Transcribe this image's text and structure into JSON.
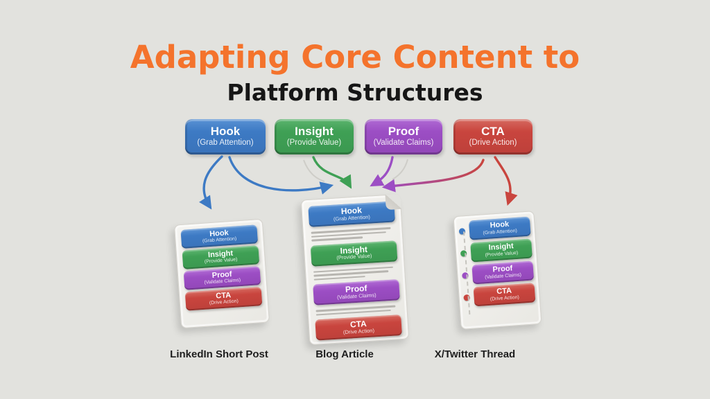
{
  "title": {
    "line1": "Adapting Core Content to",
    "line2": "Platform Structures"
  },
  "core_blocks": [
    {
      "label": "Hook",
      "sublabel": "(Grab Attention)",
      "color": "#3D7AC4"
    },
    {
      "label": "Insight",
      "sublabel": "(Provide Value)",
      "color": "#3FA055"
    },
    {
      "label": "Proof",
      "sublabel": "(Validate Claims)",
      "color": "#9C4EC4"
    },
    {
      "label": "CTA",
      "sublabel": "(Drive Action)",
      "color": "#C9453E"
    }
  ],
  "platforms": [
    {
      "label": "LinkedIn Short Post",
      "style": "stacked-card",
      "blocks": [
        "Hook",
        "Insight",
        "Proof",
        "CTA"
      ]
    },
    {
      "label": "Blog Article",
      "style": "document-with-text-lines",
      "blocks": [
        "Hook",
        "Insight",
        "Proof",
        "CTA"
      ]
    },
    {
      "label": "X/Twitter Thread",
      "style": "thread-with-dots",
      "blocks": [
        "Hook",
        "Insight",
        "Proof",
        "CTA"
      ]
    }
  ],
  "arrows": [
    {
      "from": "Hook",
      "to": "LinkedIn Short Post",
      "color": "#3D7AC4"
    },
    {
      "from": "Hook",
      "to": "Blog Article",
      "color": "#3D7AC4"
    },
    {
      "from": "Insight",
      "to": "Blog Article",
      "color": "#3FA055"
    },
    {
      "from": "Proof",
      "to": "Blog Article",
      "color": "#9C4EC4"
    },
    {
      "from": "CTA",
      "to": "Blog Article",
      "color": "#C9453E-#9C4EC4 gradient"
    },
    {
      "from": "CTA",
      "to": "X/Twitter Thread",
      "color": "#C9453E"
    }
  ],
  "colors": {
    "background": "#E2E2DE",
    "title_accent": "#F4732C",
    "title_dark": "#161616",
    "card_face": "#F0EFEB",
    "placeholder_line": "#B7B5B0"
  }
}
